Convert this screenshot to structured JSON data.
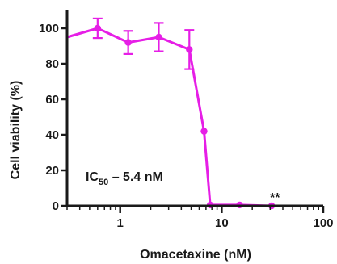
{
  "chart_data": {
    "type": "line",
    "xlabel": "Omacetaxine (nM)",
    "ylabel": "Cell viability (%)",
    "xscale": "log",
    "xlim": [
      0.3,
      100
    ],
    "ylim": [
      0,
      110
    ],
    "x_ticks": [
      1,
      10,
      100
    ],
    "x_tick_labels": [
      "1",
      "10",
      "100"
    ],
    "y_ticks": [
      0,
      20,
      40,
      60,
      80,
      100
    ],
    "y_tick_labels": [
      "0",
      "20",
      "40",
      "60",
      "80",
      "100"
    ],
    "grid": false,
    "color": "#e61ee6",
    "series": [
      {
        "x": [
          0.3,
          0.6,
          1.2,
          2.4,
          4.8,
          6.7,
          7.7,
          15,
          31
        ],
        "y": [
          95,
          100,
          92,
          95,
          88,
          42,
          0.5,
          0.5,
          0
        ],
        "err": [
          0,
          5.5,
          6.5,
          8,
          11,
          0,
          0,
          0,
          0
        ]
      }
    ],
    "annotations": {
      "ic50_prefix": "IC",
      "ic50_sub": "50",
      "ic50_suffix": " – 5.4 nM",
      "significance": "**"
    }
  }
}
